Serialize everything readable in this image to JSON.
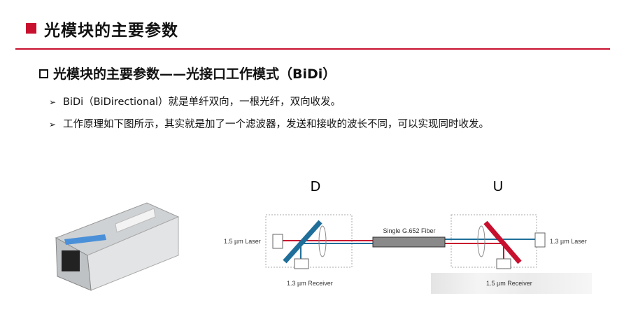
{
  "header": {
    "title": "光模块的主要参数"
  },
  "section": {
    "subtitle": "光模块的主要参数——光接口工作模式（BiDi）"
  },
  "bullets": [
    {
      "icon": "arrow-bullet-icon",
      "text": "BiDi（BiDirectional）就是单纤双向，一根光纤，双向收发。"
    },
    {
      "icon": "arrow-bullet-icon",
      "text": "工作原理如下图所示，其实就是加了一个滤波器，发送和接收的波长不同，可以实现同时收发。"
    }
  ],
  "diagram": {
    "left_label": "D",
    "right_label": "U",
    "fiber_label": "Single G.652 Fiber",
    "left_laser": "1.5 µm Laser",
    "right_laser": "1.3 µm Laser",
    "left_receiver": "1.3 µm Receiver",
    "right_receiver": "1.5 µm Receiver",
    "colors": {
      "red": "#c8102e",
      "blue": "#1f6f9a",
      "fiber": "#8a8a8a"
    }
  }
}
